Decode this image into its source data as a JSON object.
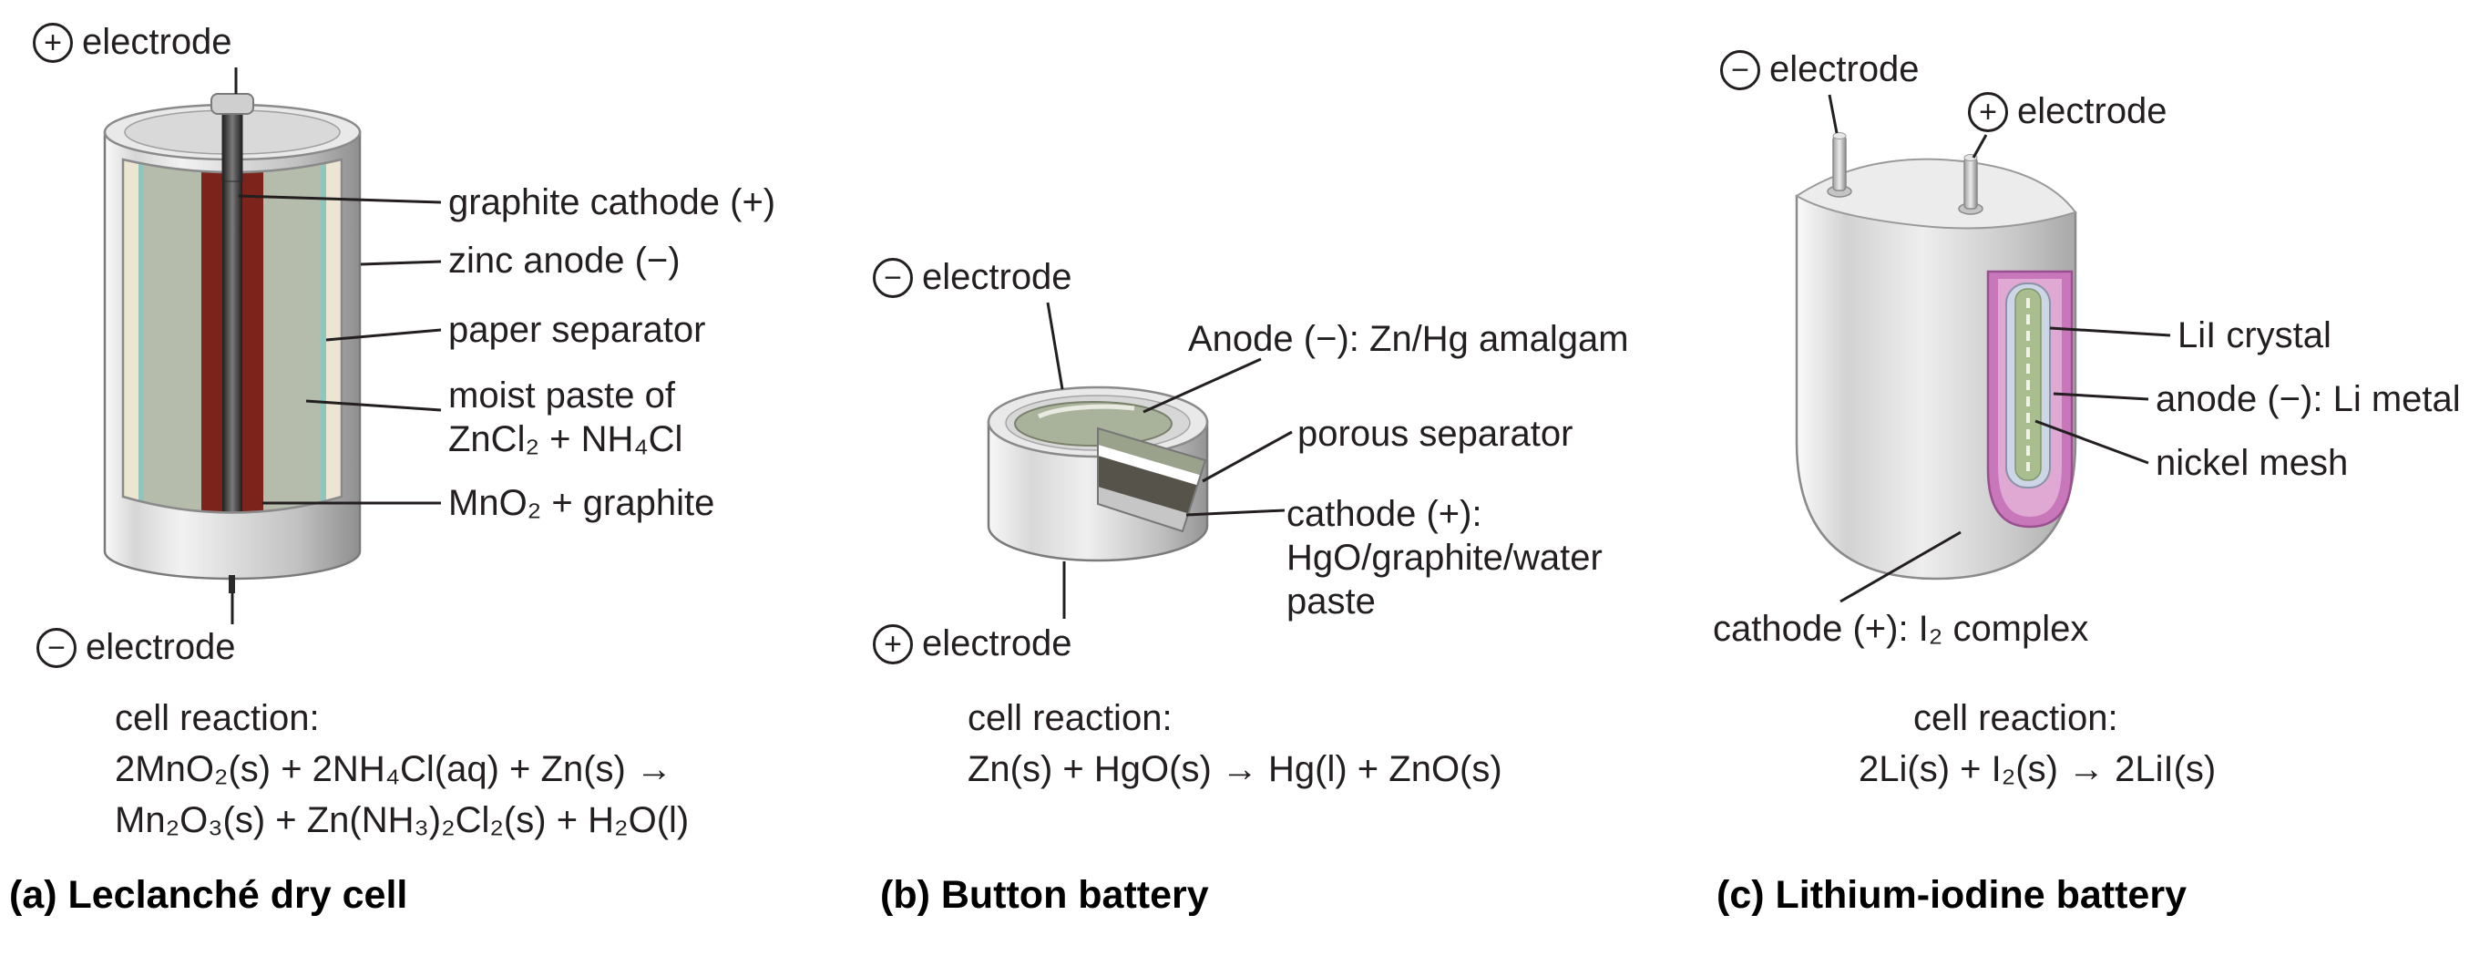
{
  "figure": {
    "panels": [
      {
        "caption": "(a) Leclanché dry cell",
        "electrodes": [
          {
            "symbol": "+",
            "label": "electrode"
          },
          {
            "symbol": "−",
            "label": "electrode"
          }
        ],
        "part_labels": [
          {
            "text": "graphite cathode (+)"
          },
          {
            "text": "zinc anode (−)"
          },
          {
            "text": "paper separator"
          },
          {
            "text": "moist paste of\nZnCl₂ + NH₄Cl"
          },
          {
            "text": "MnO₂ + graphite"
          }
        ],
        "reaction": {
          "heading": "cell reaction:",
          "lines": [
            "2MnO₂(s) + 2NH₄Cl(aq) + Zn(s) →",
            "Mn₂O₃(s) + Zn(NH₃)₂Cl₂(s) + H₂O(l)"
          ]
        }
      },
      {
        "caption": "(b) Button battery",
        "electrodes": [
          {
            "symbol": "−",
            "label": "electrode"
          },
          {
            "symbol": "+",
            "label": "electrode"
          }
        ],
        "part_labels": [
          {
            "text": "Anode (−): Zn/Hg amalgam"
          },
          {
            "text": "porous separator"
          },
          {
            "text": "cathode (+):\nHgO/graphite/water\npaste"
          }
        ],
        "reaction": {
          "heading": "cell reaction:",
          "lines": [
            "Zn(s) + HgO(s) → Hg(l) + ZnO(s)"
          ]
        }
      },
      {
        "caption": "(c) Lithium-iodine battery",
        "electrodes": [
          {
            "symbol": "−",
            "label": "electrode"
          },
          {
            "symbol": "+",
            "label": "electrode"
          }
        ],
        "part_labels": [
          {
            "text": "LiI crystal"
          },
          {
            "text": "anode (−): Li metal"
          },
          {
            "text": "nickel mesh"
          },
          {
            "text": "cathode (+): I₂ complex"
          }
        ],
        "reaction": {
          "heading": "cell reaction:",
          "lines": [
            "2Li(s) + I₂(s) → 2LiI(s)"
          ]
        }
      }
    ],
    "colors": {
      "mno2_graphite": "#7c241b",
      "electrolyte_paste": "#b6bcac",
      "graphite_rod_dark": "#2a2a2a",
      "zinc_can_cream": "#ece5d2",
      "separator_teal": "#8fc6bd",
      "anode_green": "#a9b29a",
      "cathode_paste_dark": "#56534b",
      "separator_white": "#ffffff",
      "iodine_pocket_pink": "#c878ba",
      "iodine_pocket_inner": "#dfa9d4",
      "li_anode_strip": "#cdd6e6",
      "lii_crystal_green": "#a9bd8f"
    }
  }
}
